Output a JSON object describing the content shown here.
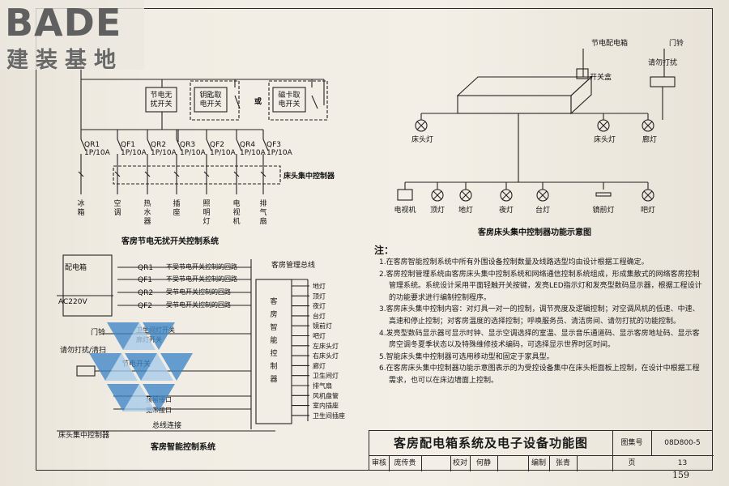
{
  "logo": {
    "en": "BADE",
    "cn": "建装基地"
  },
  "left_diagram": {
    "switch_energy": "节电无\n扰开关",
    "switch_key": "钥匙取\n电开关",
    "or": "或",
    "switch_card": "磁卡取\n电开关",
    "breakers": [
      {
        "id": "QR1",
        "rating": "1P/10A",
        "load": "冰箱"
      },
      {
        "id": "QF1",
        "rating": "1P/10A",
        "load": "空调"
      },
      {
        "id": "QR2",
        "rating": "1P/10A",
        "load": "热水器"
      },
      {
        "id": "QR3",
        "rating": "1P/10A",
        "load": "插座"
      },
      {
        "id": "QF2",
        "rating": "1P/10A",
        "load": "照明灯"
      },
      {
        "id": "QR4",
        "rating": "1P/10A",
        "load": "电视机"
      },
      {
        "id": "QF3",
        "rating": "1P/10A",
        "load": "排气扇"
      }
    ],
    "bedside_controller": "床头集中控制器",
    "caption": "客房节电无扰开关控制系统"
  },
  "lower_left": {
    "distribution_box": "配电箱",
    "ac": "AC220V",
    "circuits": [
      {
        "id": "QR1",
        "text": "不受节电开关控制的回路"
      },
      {
        "id": "QF1",
        "text": "不受节电开关控制的回路"
      },
      {
        "id": "QR2",
        "text": "受节电开关控制的回路"
      },
      {
        "id": "QF2",
        "text": "受节电开关控制的回路"
      }
    ],
    "bus_title": "客房管理总线",
    "controller_vertical": "客房智能控制器",
    "outputs": [
      "地灯",
      "顶灯",
      "夜灯",
      "台灯",
      "镜前灯",
      "吧灯",
      "左床头灯",
      "右床头灯",
      "廊灯",
      "卫生间灯",
      "排气扇",
      "风机盘管",
      "室内插座",
      "卫生间插座"
    ],
    "doorbell": "门铃",
    "dnd": "请勿打扰/清扫",
    "energy_switch": "节电开关",
    "bath_switch": "卫生间灯开关",
    "corridor_switch": "廊灯开关",
    "reserved": "预留接口",
    "spare": "宽带接口",
    "bedside_controller": "床头集中控制器",
    "bus_connect": "总线连接",
    "caption": "客房智能控制系统"
  },
  "right_diagram": {
    "energy_box": "节电配电箱",
    "doorbell": "门铃",
    "dnd": "请勿打扰",
    "switch_box": "开关盒",
    "top_lamps": [
      "床头灯",
      "床头灯",
      "廊灯"
    ],
    "bottom_items": [
      "电视机",
      "顶灯",
      "地灯",
      "夜灯",
      "台灯",
      "镜前灯",
      "吧灯"
    ],
    "caption": "客房床头集中控制器功能示意图"
  },
  "notes_title": "注：",
  "notes": [
    "1.在客房智能控制系统中所有外围设备控制数量及线路选型均由设计根据工程确定。",
    "2.客房控制管理系统由客房床头集中控制系统和网络通信控制系统组成，形成集散式的网络客房控制管理系统。系统设计采用平面轻触开关按键，发亮LED指示灯和发亮型数码显示器，根据工程设计的功能要求进行编制控制程序。",
    "3.客房床头集中控制内容：对灯具一对一的控制，调节亮度及逻辑控制；对空调风机的低速、中速、高速和停止控制；对客房温度的选择控制；呼唤服务员、清洁房间、请勿打扰的功能控制。",
    "4.发亮型数码显示器可显示时钟、显示空调选择的室温、显示音乐通道码、显示客房地址码、显示客房空调冬夏季状态以及特殊维修技术编码，可选择显示世界时区时间。",
    "5.智能床头集中控制器可选用移动型和固定于家具型。",
    "6.在客房床头集中控制器功能示意图表示的为受控设备集中在床头柜面板上控制，在设计中根据工程需求，也可以在床边墙面上控制。"
  ],
  "titleblock": {
    "title": "客房配电箱系统及电子设备功能图",
    "atlas_label": "图集号",
    "atlas_no": "08D800-5",
    "review_label": "审核",
    "reviewer": "庞传贵",
    "check_label": "校对",
    "checker": "何静",
    "design_label": "编制",
    "designer": "张青",
    "page_label": "页",
    "page_value": "13"
  },
  "book_page": "159"
}
